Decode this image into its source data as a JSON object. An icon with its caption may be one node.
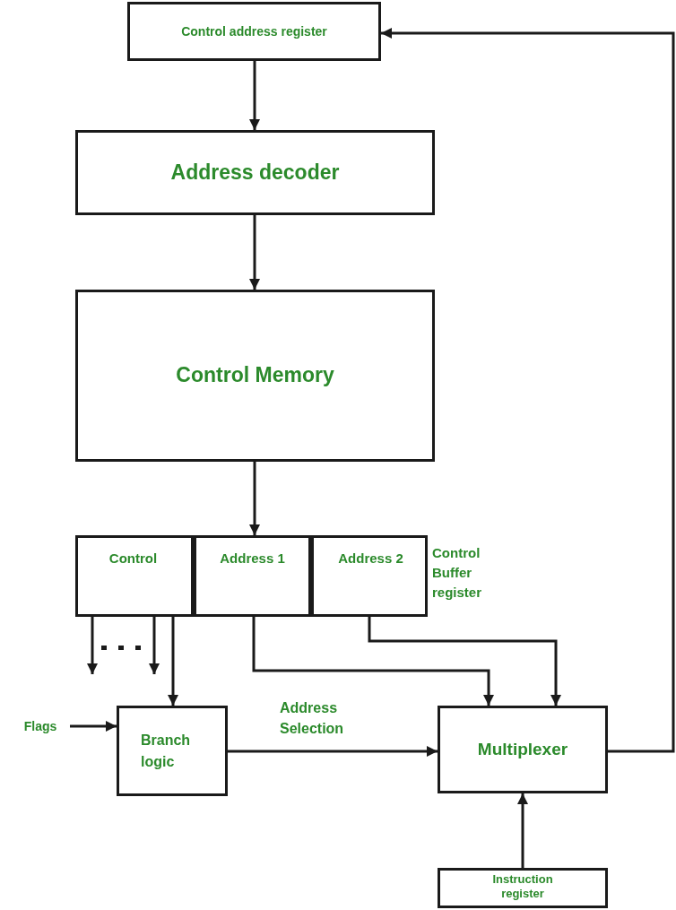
{
  "diagram": {
    "nodes": [
      {
        "text": [
          "Control address register"
        ]
      },
      {
        "text": [
          "Address decoder"
        ]
      },
      {
        "text": [
          "Control Memory"
        ]
      },
      {
        "text": [
          "Control Buffer register"
        ]
      },
      {
        "text": [
          "Control"
        ],
        "in": 3
      },
      {
        "text": [
          "Address 1"
        ],
        "in": 3
      },
      {
        "text": [
          "Address 2"
        ],
        "in": 3
      },
      {
        "text": [
          "Branch logic"
        ]
      },
      {
        "text": [
          "Multiplexer"
        ]
      },
      {
        "text": [
          "Instruction register"
        ]
      },
      {
        "text": [
          "Flags"
        ]
      }
    ],
    "edges": [
      {
        "from": 0,
        "to": 1,
        "arrow": "to"
      },
      {
        "from": 1,
        "to": 2,
        "arrow": "to"
      },
      {
        "from": 2,
        "to": 3,
        "arrow": "to"
      },
      {
        "from": 4,
        "to": null,
        "arrow": "to"
      },
      {
        "from": 4,
        "to": null,
        "arrow": "to"
      },
      {
        "from": 4,
        "to": 7,
        "arrow": "to"
      },
      {
        "from": 5,
        "to": 8,
        "arrow": "to"
      },
      {
        "from": 6,
        "to": 8,
        "arrow": "to"
      },
      {
        "from": 10,
        "to": 7,
        "arrow": "to"
      },
      {
        "from": 7,
        "to": 8,
        "arrow": "to",
        "label": "Address Selection"
      },
      {
        "from": 8,
        "to": 0,
        "arrow": "to"
      },
      {
        "from": 9,
        "to": 8,
        "arrow": "to"
      }
    ]
  }
}
